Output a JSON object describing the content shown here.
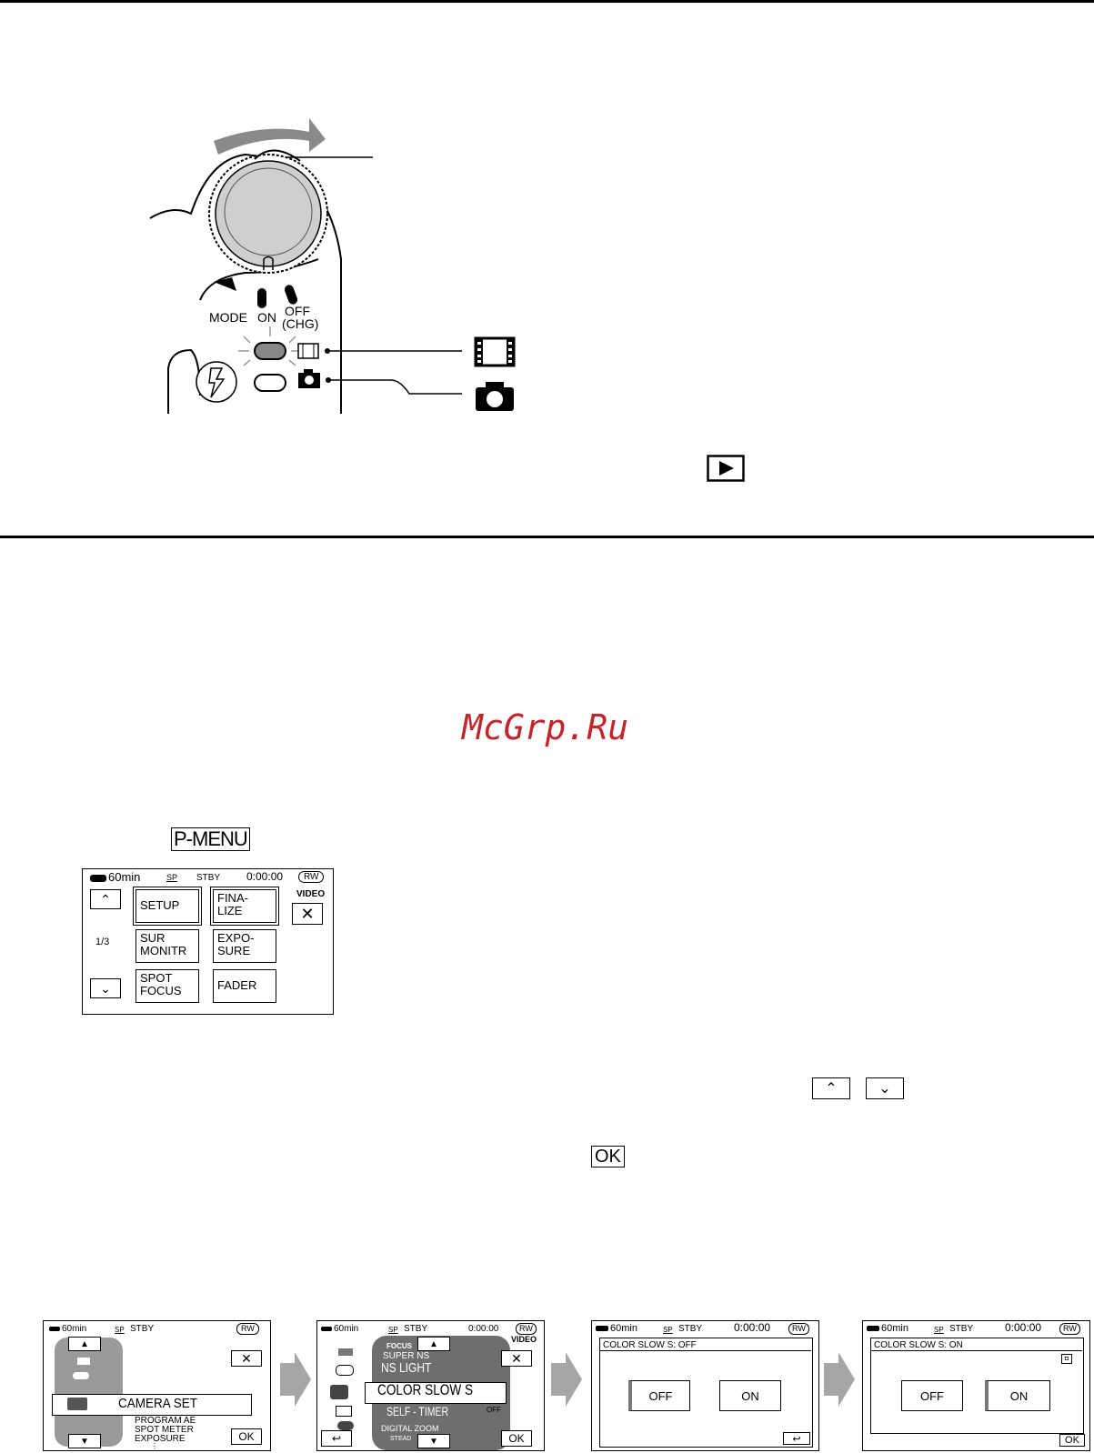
{
  "dial": {
    "labels": {
      "mode": "MODE",
      "on": "ON",
      "off": "OFF",
      "chg": "(CHG)"
    }
  },
  "watermark": "McGrp.Ru",
  "pmenu_label": "P-MENU",
  "ok_label": "OK",
  "menu_screen": {
    "battery": "60min",
    "sp": "SP",
    "status": "STBY",
    "time": "0:00:00",
    "media": "RW",
    "mode": "VIDEO",
    "page": "1/3",
    "buttons": [
      {
        "line1": "SETUP",
        "line2": ""
      },
      {
        "line1": "FINA-",
        "line2": "LIZE"
      },
      {
        "line1": "SUR",
        "line2": "MONITR"
      },
      {
        "line1": "EXPO-",
        "line2": "SURE"
      },
      {
        "line1": "SPOT",
        "line2": "FOCUS"
      },
      {
        "line1": "FADER",
        "line2": ""
      }
    ]
  },
  "screens": {
    "s1": {
      "battery": "60min",
      "sp": "SP",
      "status": "STBY",
      "media": "RW",
      "selected": "CAMERA SET",
      "items": [
        "PROGRAM  AE",
        "SPOT  METER",
        "EXPOSURE",
        "⋮"
      ],
      "ok": "OK"
    },
    "s2": {
      "battery": "60min",
      "sp": "SP",
      "status": "STBY",
      "time": "0:00:00",
      "media": "RW",
      "mode": "VIDEO",
      "focus": "FOCUS",
      "super": "SUPER  NS",
      "nslight": "NS LIGHT",
      "selected": "COLOR SLOW S",
      "selftimer": "SELF - TIMER",
      "off": "OFF",
      "zoom": "DIGITAL ZOOM",
      "stead": "STEAD",
      "ok": "OK"
    },
    "s3": {
      "battery": "60min",
      "sp": "SP",
      "status": "STBY",
      "time": "0:00:00",
      "media": "RW",
      "title": "COLOR SLOW S:  OFF",
      "off": "OFF",
      "on": "ON"
    },
    "s4": {
      "battery": "60min",
      "sp": "SP",
      "status": "STBY",
      "time": "0:00:00",
      "media": "RW",
      "title": "COLOR SLOW S:  ON",
      "off": "OFF",
      "on": "ON",
      "ok": "OK"
    }
  },
  "colors": {
    "watermark": "#c0272d",
    "arrow": "#a6a6a6",
    "dial": "#cfcfcf"
  }
}
